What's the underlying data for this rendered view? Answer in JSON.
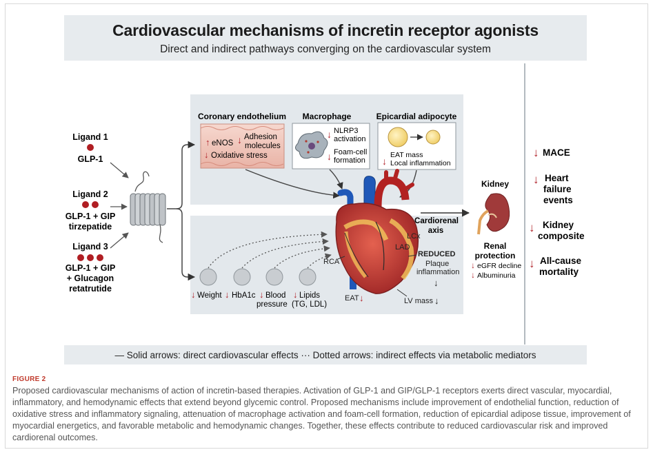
{
  "title": "Cardiovascular mechanisms of incretin receptor agonists",
  "subtitle": "Direct and indirect pathways converging on the cardiovascular system",
  "ligands": [
    {
      "label": "Ligand 1",
      "agonists": "GLP-1",
      "drug": ""
    },
    {
      "label": "Ligand 2",
      "agonists": "GLP-1 + GIP",
      "drug": "tirzepatide"
    },
    {
      "label": "Ligand 3",
      "agonists": "GLP-1 + GIP",
      "agonists2": "+ Glucagon",
      "drug": "retatrutide"
    }
  ],
  "panels": {
    "endothelium": {
      "title": "Coronary endothelium",
      "enos": "eNOS",
      "adhesion1": "Adhesion",
      "adhesion2": "molecules",
      "oxidative": "Oxidative stress"
    },
    "macrophage": {
      "title": "Macrophage",
      "nlrp3_1": "NLRP3",
      "nlrp3_2": "activation",
      "foam1": "Foam-cell",
      "foam2": "formation"
    },
    "adipocyte": {
      "title": "Epicardial adipocyte",
      "eat": "EAT mass",
      "inflam": "Local inflammation"
    }
  },
  "mediators": {
    "weight": "Weight",
    "hba1c": "HbA1c",
    "bp1": "Blood",
    "bp2": "pressure",
    "lipids1": "Lipids",
    "lipids2": "(TG, LDL)"
  },
  "heart": {
    "rca": "RCA",
    "lad": "LAD",
    "lcx": "LCx",
    "eat": "EAT",
    "reduced": "REDUCED",
    "plaque1": "Plaque",
    "plaque2": "inflammation",
    "lvmass": "LV mass"
  },
  "kidney": {
    "title": "Kidney",
    "axis1": "Cardiorenal",
    "axis2": "axis",
    "prot1": "Renal",
    "prot2": "protection",
    "egfr": "eGFR decline",
    "albu": "Albuminuria"
  },
  "outcomes": [
    {
      "lines": [
        "MACE"
      ]
    },
    {
      "lines": [
        "Heart",
        "failure",
        "events"
      ]
    },
    {
      "lines": [
        "Kidney",
        "composite"
      ]
    },
    {
      "lines": [
        "All-cause",
        "mortality"
      ]
    }
  ],
  "legend": "— Solid arrows: direct cardiovascular effects  ··· Dotted arrows: indirect effects via metabolic mediators",
  "figure_label": "FIGURE 2",
  "caption": "Proposed cardiovascular mechanisms of action of incretin-based therapies. Activation of GLP-1 and GIP/GLP-1 receptors exerts direct vascular, myocardial, inflammatory, and hemodynamic effects that extend beyond glycemic control. Proposed mechanisms include improvement of endothelial function, reduction of oxidative stress and inflammatory signaling, attenuation of macrophage activation and foam-cell formation, reduction of epicardial adipose tissue, improvement of myocardial energetics, and favorable metabolic and hemodynamic changes. Together, these effects contribute to reduced cardiovascular risk and improved cardiorenal outcomes.",
  "colors": {
    "down_arrow": "#b0232a",
    "panel_bg": "#e3e8ec",
    "ligand_dot": "#b01e23"
  }
}
